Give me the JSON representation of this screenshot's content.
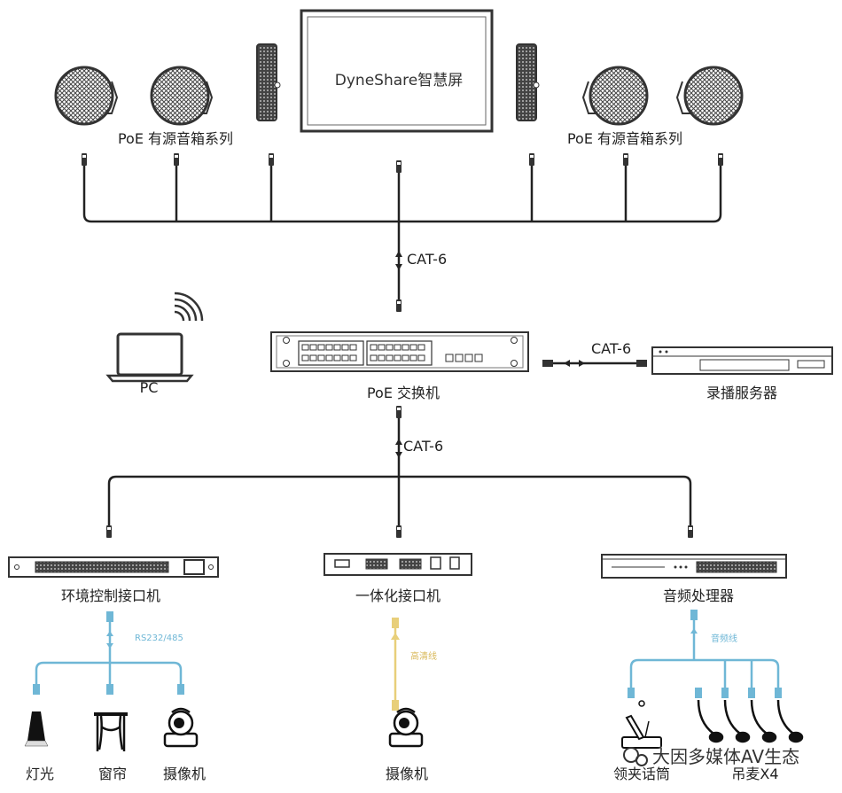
{
  "labels": {
    "screen": "DyneShare智慧屏",
    "speakers_left": "PoE 有源音箱系列",
    "speakers_right": "PoE 有源音箱系列",
    "cable_top": "CAT-6",
    "cable_recorder": "CAT-6",
    "cable_bottom": "CAT-6",
    "pc": "PC",
    "switch": "PoE 交换机",
    "recorder": "录播服务器",
    "env_control": "环境控制接口机",
    "integrated": "一体化接口机",
    "audio_proc": "音频处理器",
    "rs232": "RS232/485",
    "camera_cable": "高清线",
    "audio_cable": "音频线",
    "light": "灯光",
    "curtain": "窗帘",
    "camera_left": "摄像机",
    "camera_mid": "摄像机",
    "gooseneck_mic": "领夹话筒",
    "hanging_mic": "吊麦X4",
    "watermark": "大因多媒体AV生态"
  },
  "colors": {
    "line": "#222222",
    "blue_cable": "#6fb7d6",
    "yellow_cable": "#e8cf7a"
  }
}
